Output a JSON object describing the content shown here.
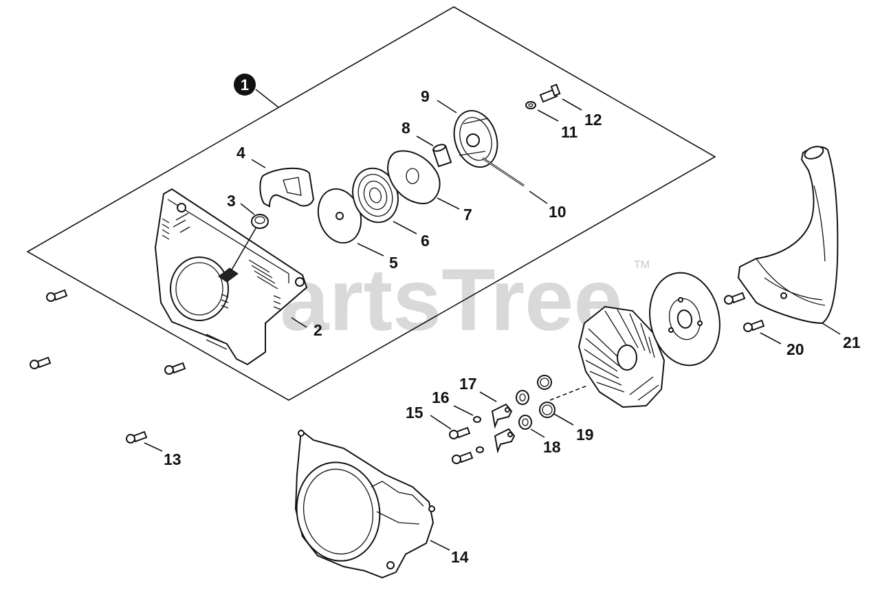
{
  "watermark": {
    "text": "PartsTree",
    "trademark": "TM"
  },
  "callouts": {
    "c1": "1",
    "c2": "2",
    "c3": "3",
    "c4": "4",
    "c5": "5",
    "c6": "6",
    "c7": "7",
    "c8": "8",
    "c9": "9",
    "c10": "10",
    "c11": "11",
    "c12": "12",
    "c13": "13",
    "c14": "14",
    "c15": "15",
    "c16": "16",
    "c17": "17",
    "c18": "18",
    "c19": "19",
    "c20": "20",
    "c21": "21"
  },
  "colors": {
    "line": "#111111",
    "watermark": "#d9d9d9",
    "background": "#ffffff"
  }
}
